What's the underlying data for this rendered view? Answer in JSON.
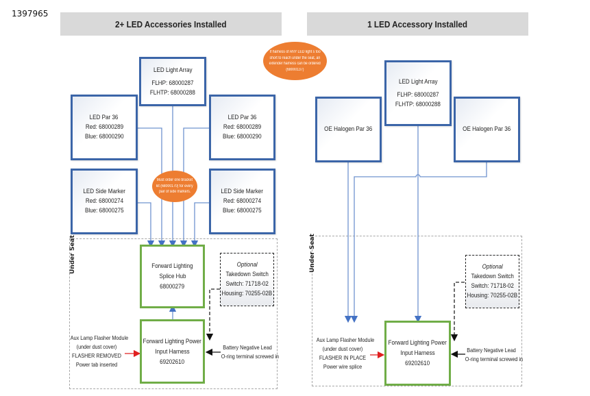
{
  "document_id": "1397965",
  "left_panel": {
    "header": "2+ LED Accessories Installed",
    "led_light_array": {
      "title": "LED Light Array",
      "line1": "FLHP: 68000287",
      "line2": "FLHTP: 68000288"
    },
    "led_par_left": {
      "title": "LED Par 36",
      "line1": "Red: 68000289",
      "line2": "Blue: 68000290"
    },
    "led_par_right": {
      "title": "LED Par 36",
      "line1": "Red: 68000289",
      "line2": "Blue: 68000290"
    },
    "side_marker_left": {
      "title": "LED Side Marker",
      "line1": "Red: 68000274",
      "line2": "Blue: 68000275"
    },
    "side_marker_right": {
      "title": "LED Side Marker",
      "line1": "Red: 68000274",
      "line2": "Blue: 68000275"
    },
    "bracket_note": {
      "line1": "Must order one bracket",
      "line2": "kit (68000170) for every",
      "line3": "pair of side markers."
    },
    "under_seat_label": "Under Seat",
    "splice_hub": {
      "line1": "Forward Lighting",
      "line2": "Splice Hub",
      "line3": "68000279"
    },
    "takedown_switch": {
      "line1": "Optional",
      "line2": "Takedown Switch",
      "line3": "Switch: 71718-02",
      "line4": "Housing: 70255-02B"
    },
    "power_harness": {
      "line1": "Forward Lighting Power",
      "line2": "Input Harness",
      "line3": "69202610"
    },
    "flasher_note": {
      "line1": "Aux Lamp Flasher Module",
      "line2": "(under dust cover)",
      "line3": "FLASHER REMOVED",
      "line4": "Power tab inserted"
    },
    "battery_note": {
      "line1": "Battery Negative Lead",
      "line2": "O-ring terminal screwed in"
    }
  },
  "extender_note": {
    "line1": "If harness of ANY LED light  s too",
    "line2": "short to reach under the seat, an",
    "line3": "extender harness can be ordered",
    "line4": "(68000137)"
  },
  "right_panel": {
    "header": "1 LED Accessory Installed",
    "led_light_array": {
      "title": "LED Light Array",
      "line1": "FLHP: 68000287",
      "line2": "FLHTP: 68000288"
    },
    "halogen_left": {
      "title": "OE Halogen Par 36"
    },
    "halogen_right": {
      "title": "OE Halogen Par 36"
    },
    "under_seat_label": "Under Seat",
    "takedown_switch": {
      "line1": "Optional",
      "line2": "Takedown Switch",
      "line3": "Switch: 71718-02",
      "line4": "Housing: 70255-02B"
    },
    "power_harness": {
      "line1": "Forward Lighting Power",
      "line2": "Input Harness",
      "line3": "69202610"
    },
    "flasher_note": {
      "line1": "Aux Lamp Flasher Module",
      "line2": "(under dust cover)",
      "line3": "FLASHER IN PLACE",
      "line4": "Power wire splice"
    },
    "battery_note": {
      "line1": "Battery Negative Lead",
      "line2": "O-ring terminal screwed in"
    }
  },
  "colors": {
    "led_box_border": "#3b65a8",
    "module_border": "#70ad47",
    "note_oval": "#ed7d31",
    "header_bg": "#d9d9d9",
    "wire": "#6f93cf",
    "flasher_arrow": "#e02020"
  }
}
